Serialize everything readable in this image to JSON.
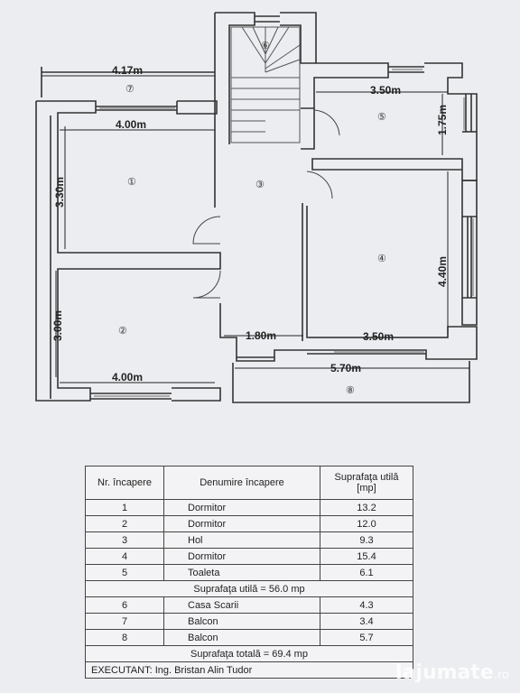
{
  "plan": {
    "dimensions": {
      "balcony7_width": "4.17m",
      "room1_width": "4.00m",
      "room1_height": "3.30m",
      "room2_height": "3.00m",
      "room2_width": "4.00m",
      "room5_width": "3.50m",
      "room5_height": "1.75m",
      "room4_height": "4.40m",
      "room4_width": "3.50m",
      "hall_width": "1.80m",
      "balcony8_width": "5.70m"
    },
    "room_numbers": {
      "r1": "①",
      "r2": "②",
      "r3": "③",
      "r4": "④",
      "r5": "⑤",
      "r6": "⑥",
      "r7": "⑦",
      "r8": "⑧"
    }
  },
  "table": {
    "headers": {
      "nr": "Nr. încapere",
      "name": "Denumire încapere",
      "area": "Suprafaţa utilă [mp]"
    },
    "rows": [
      {
        "nr": "1",
        "name": "Dormitor",
        "area": "13.2"
      },
      {
        "nr": "2",
        "name": "Dormitor",
        "area": "12.0"
      },
      {
        "nr": "3",
        "name": "Hol",
        "area": "9.3"
      },
      {
        "nr": "4",
        "name": "Dormitor",
        "area": "15.4"
      },
      {
        "nr": "5",
        "name": "Toaleta",
        "area": "6.1"
      }
    ],
    "subtotal": "Suprafaţa utilă = 56.0 mp",
    "rows2": [
      {
        "nr": "6",
        "name": "Casa Scarii",
        "area": "4.3"
      },
      {
        "nr": "7",
        "name": "Balcon",
        "area": "3.4"
      },
      {
        "nr": "8",
        "name": "Balcon",
        "area": "5.7"
      }
    ],
    "total": "Suprafaţa totală = 69.4 mp",
    "executant": "EXECUTANT: Ing. Bristan Alin Tudor"
  },
  "watermark": {
    "brand": "lajumate",
    "suffix": ".ro"
  }
}
